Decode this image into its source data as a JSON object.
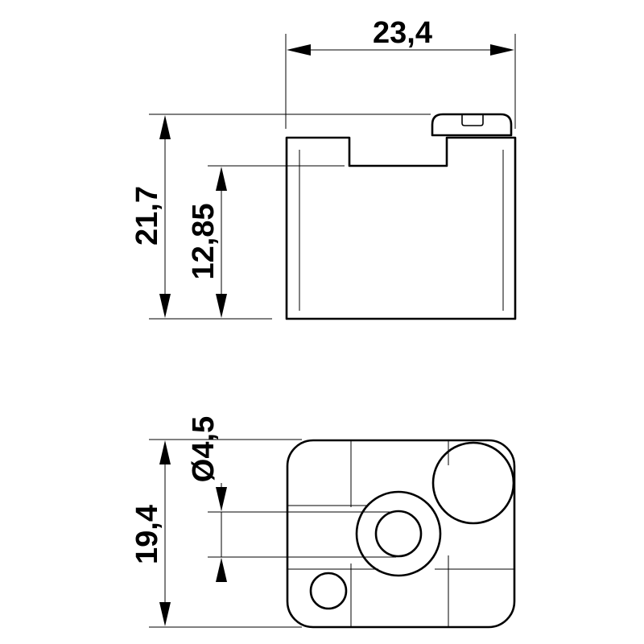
{
  "dimensions": {
    "width_top": "23,4",
    "height_total": "21,7",
    "height_inner": "12,85",
    "height_bottom_view": "19,4",
    "hole_diameter": "Ø4,5"
  }
}
